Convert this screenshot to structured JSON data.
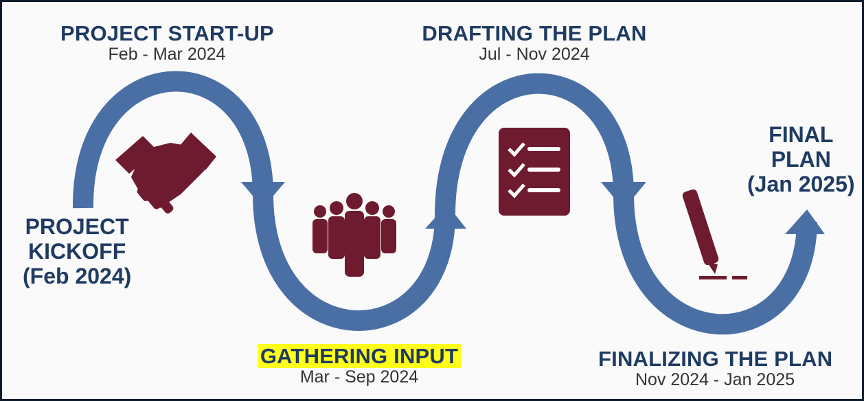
{
  "colors": {
    "arrow": "#4a6fa5",
    "icon": "#6e1b2f",
    "heading": "#1f3b63",
    "date": "#333333",
    "highlight": "#ffff1a"
  },
  "stages": {
    "kickoff": {
      "line1": "PROJECT",
      "line2": "KICKOFF",
      "line3": "(Feb 2024)"
    },
    "startup": {
      "title": "PROJECT START-UP",
      "date": "Feb - Mar 2024",
      "icon": "handshake-icon"
    },
    "gathering": {
      "title": "GATHERING INPUT",
      "date": "Mar - Sep 2024",
      "icon": "people-group-icon"
    },
    "drafting": {
      "title": "DRAFTING THE PLAN",
      "date": "Jul - Nov 2024",
      "icon": "checklist-icon"
    },
    "finalizing": {
      "title": "FINALIZING THE PLAN",
      "date": "Nov 2024 - Jan 2025",
      "icon": "pen-signature-icon"
    },
    "final": {
      "line1": "FINAL",
      "line2": "PLAN",
      "line3": "(Jan 2025)"
    }
  }
}
